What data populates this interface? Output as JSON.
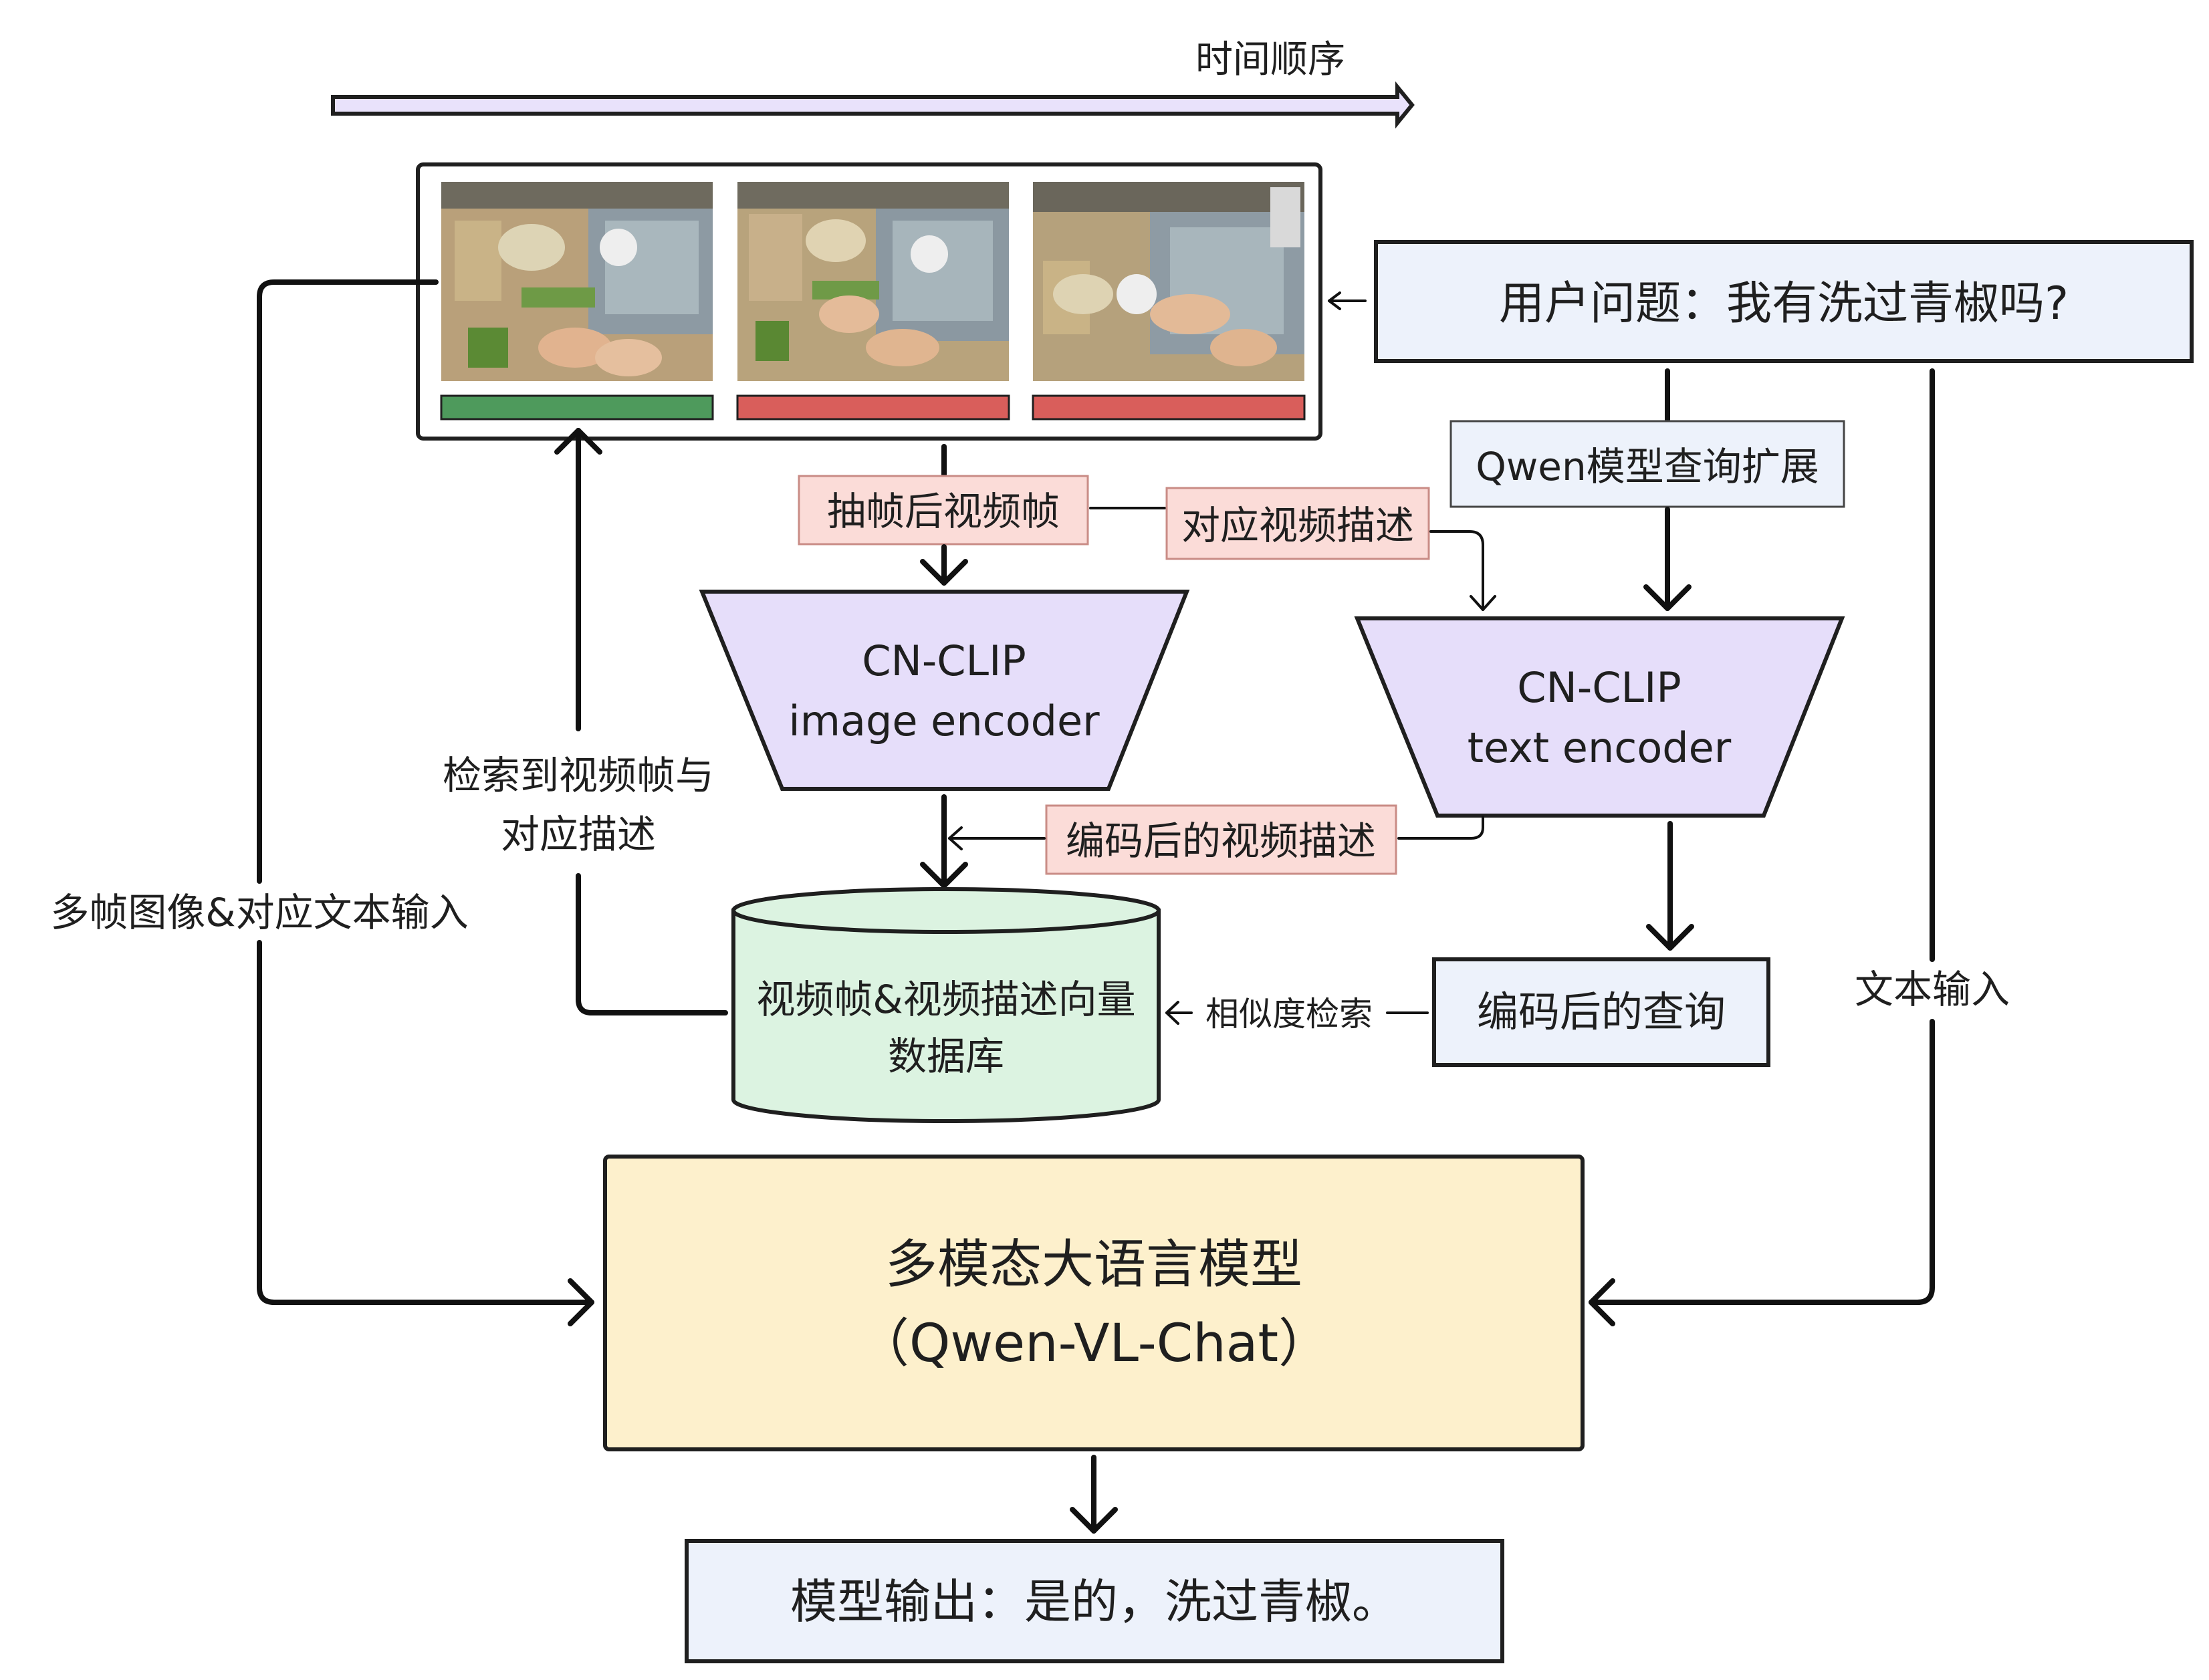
{
  "colors": {
    "frame_border": "#1f1f1f",
    "timeline_fill": "#e9e2fb",
    "query_box_fill": "#edf2fb",
    "label_pink": "#fbdcd8",
    "label_pink_border": "#c98c86",
    "encoder_fill": "#e6defa",
    "database_fill": "#dcf3e1",
    "llm_fill": "#fdf0cc",
    "output_fill": "#edf2fb",
    "frame_bar_green": "#4e9a5c",
    "frame_bar_red": "#d95e5b"
  },
  "timeline": {
    "label": "时间顺序"
  },
  "video_frames": {
    "frames": [
      {
        "name": "frame-1",
        "status": "match",
        "bar_color": "#4e9a5c"
      },
      {
        "name": "frame-2",
        "status": "no-match",
        "bar_color": "#d95e5b"
      },
      {
        "name": "frame-3",
        "status": "no-match",
        "bar_color": "#d95e5b"
      }
    ]
  },
  "user_question": "用户问题：我有洗过青椒吗?",
  "qwen_expand": "Qwen模型查询扩展",
  "extracted_frames": "抽帧后视频帧",
  "corresponding_desc": "对应视频描述",
  "image_encoder": {
    "line1": "CN-CLIP",
    "line2": "image encoder"
  },
  "text_encoder": {
    "line1": "CN-CLIP",
    "line2": "text encoder"
  },
  "encoded_desc": "编码后的视频描述",
  "database": {
    "line1": "视频帧&视频描述向量",
    "line2": "数据库"
  },
  "similarity_search": "相似度检索",
  "encoded_query": "编码后的查询",
  "retrieved": {
    "line1": "检索到视频帧与",
    "line2": "对应描述"
  },
  "multi_input": "多帧图像&对应文本输入",
  "text_input": "文本输入",
  "llm": {
    "line1": "多模态大语言模型",
    "line2": "（Qwen-VL-Chat）"
  },
  "output": "模型输出：是的，洗过青椒。"
}
